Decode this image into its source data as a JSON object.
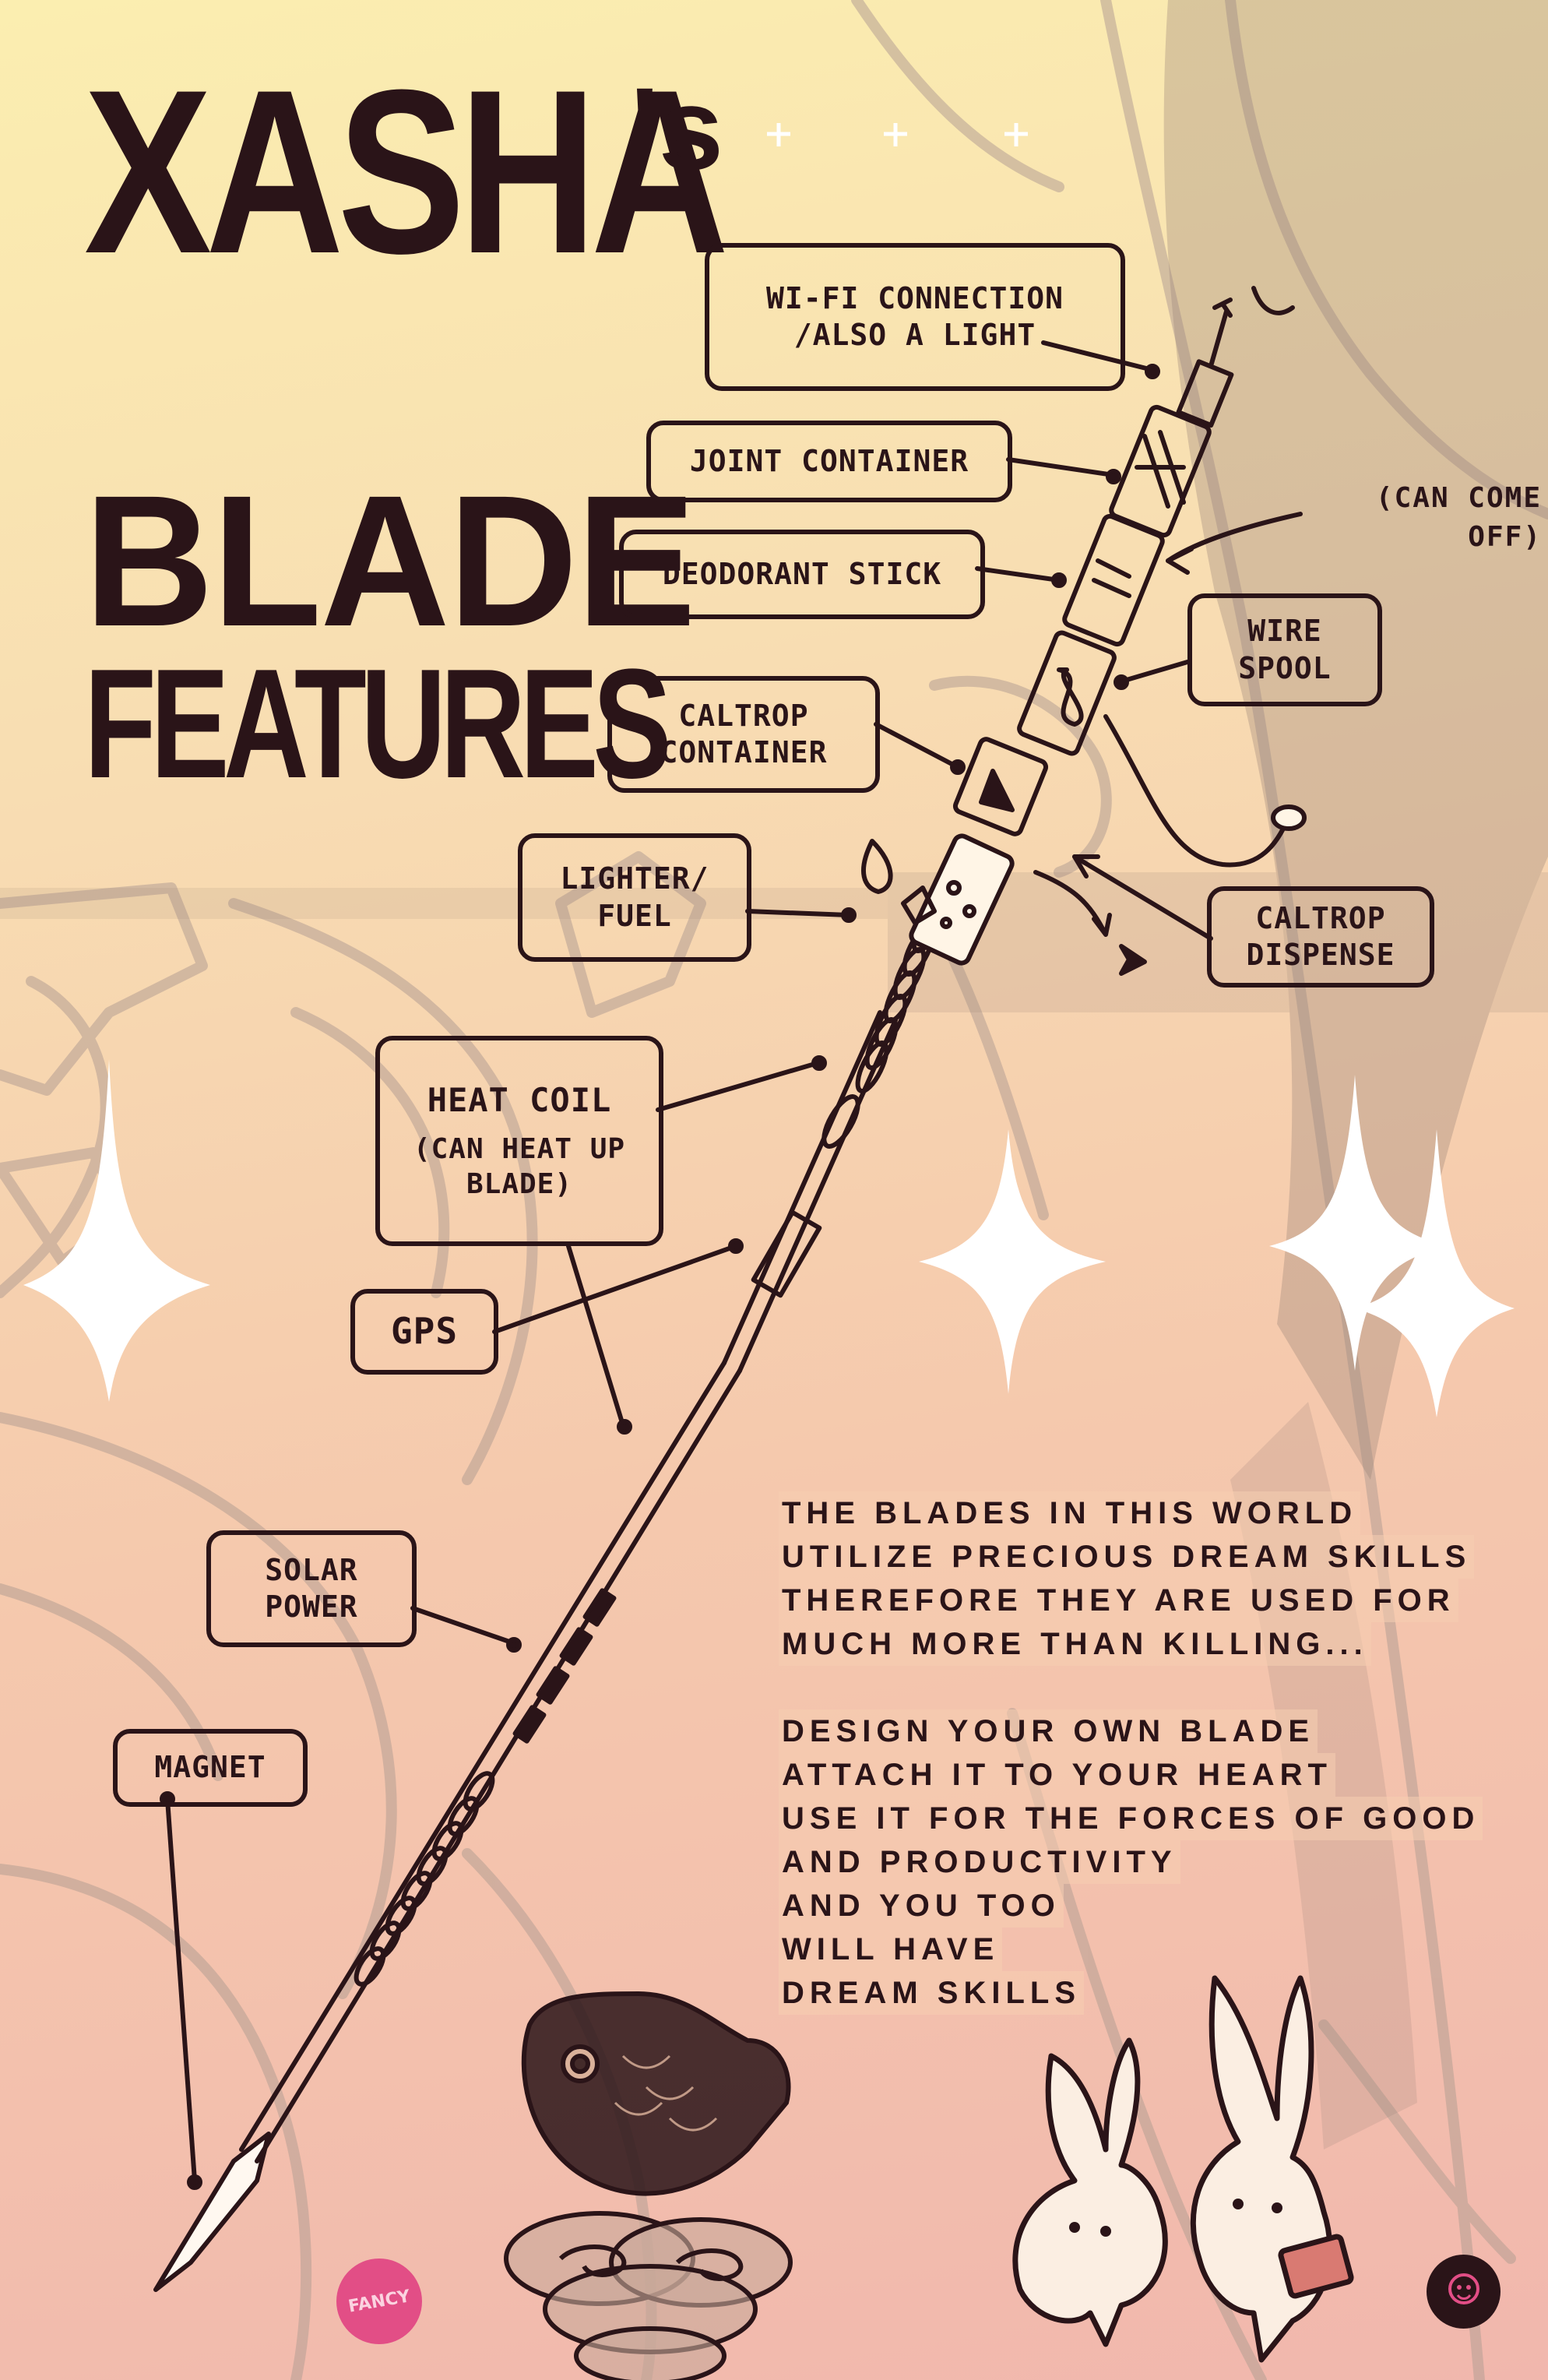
{
  "title": {
    "name": "XASHA",
    "possessive": "'s",
    "line2": "BLADE",
    "line3": "FEATURES"
  },
  "labels": {
    "wifi_line1": "WI-FI CONNECTION",
    "wifi_line2": "/ALSO A LIGHT",
    "joint": "JOINT CONTAINER",
    "deodorant": "DEODORANT STICK",
    "caltrop_container_line1": "CALTROP",
    "caltrop_container_line2": "CONTAINER",
    "wire_spool_line1": "WIRE",
    "wire_spool_line2": "SPOOL",
    "lighter_line1": "LIGHTER/",
    "lighter_line2": "FUEL",
    "caltrop_dispense_line1": "CALTROP",
    "caltrop_dispense_line2": "DISPENSE",
    "heat_coil_line1": "HEAT COIL",
    "heat_coil_line2": "(CAN HEAT UP",
    "heat_coil_line3": "BLADE)",
    "gps": "GPS",
    "solar_line1": "SOLAR",
    "solar_line2": "POWER",
    "magnet": "MAGNET"
  },
  "notes": {
    "can_come_off_line1": "(CAN COME",
    "can_come_off_line2": "OFF)"
  },
  "body": {
    "p1": [
      "THE BLADES IN THIS WORLD",
      "UTILIZE PRECIOUS DREAM SKILLS",
      "THEREFORE THEY ARE USED FOR",
      "MUCH MORE THAN KILLING..."
    ],
    "p2": [
      "DESIGN YOUR OWN BLADE",
      "ATTACH IT TO YOUR HEART",
      "USE IT FOR THE FORCES OF GOOD",
      "AND PRODUCTIVITY",
      "AND YOU TOO",
      "WILL HAVE",
      "DREAM SKILLS"
    ]
  },
  "badges": {
    "fancy": "FANCY"
  },
  "colors": {
    "ink": "#2a1418",
    "background_top": "#fbeeb0",
    "background_bottom": "#f1b7ad",
    "badge_pink": "#e24e86"
  }
}
